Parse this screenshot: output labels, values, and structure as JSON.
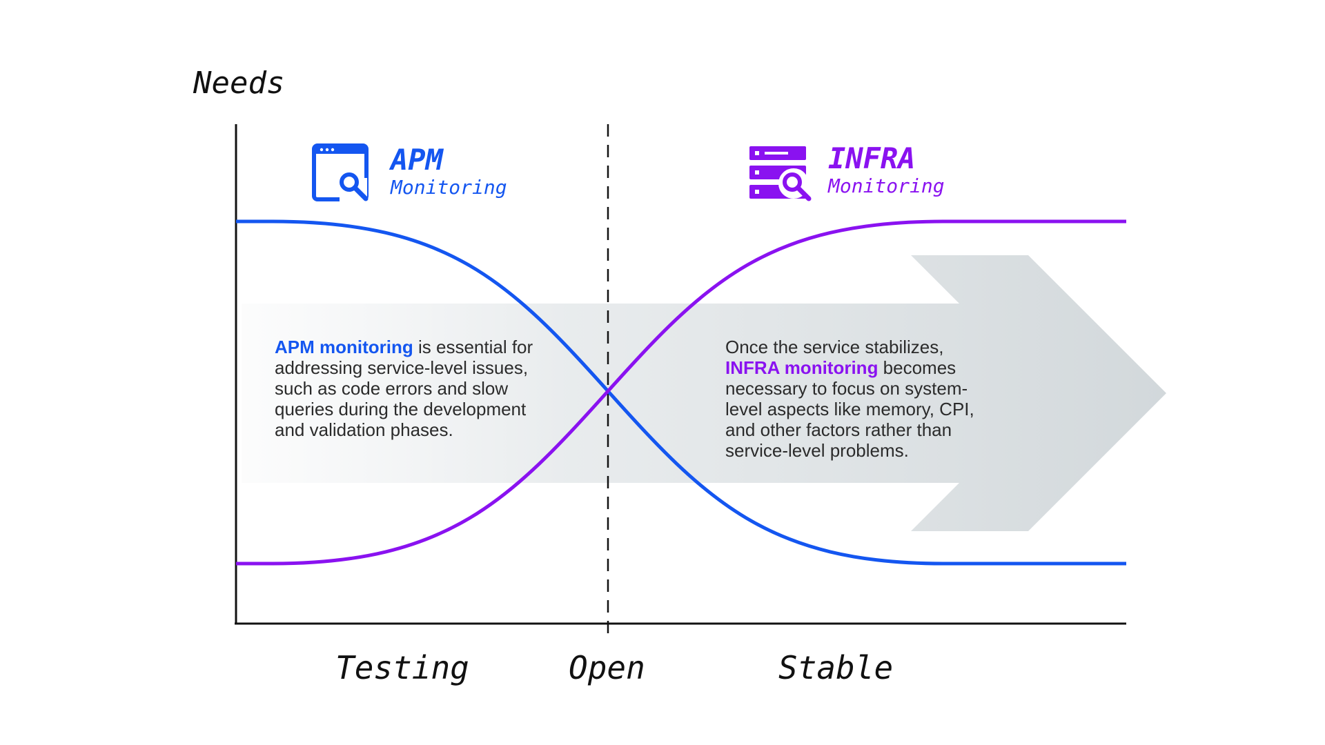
{
  "y_axis_label": "Needs",
  "x_axis_labels": [
    "Testing",
    "Open",
    "Stable"
  ],
  "apm": {
    "title": "APM",
    "subtitle": "Monitoring",
    "icon": "browser-search-icon",
    "color": "#1456f0",
    "description_highlight": "APM monitoring",
    "description_rest": " is essential for addressing service-level issues, such as code errors and slow queries during the development and validation phases."
  },
  "infra": {
    "title": "INFRA",
    "subtitle": "Monitoring",
    "icon": "server-search-icon",
    "color": "#8a12f0",
    "description_prefix": "Once the service stabilizes, ",
    "description_highlight": "INFRA monitoring",
    "description_rest": " becomes necessary to focus on system-level aspects like memory, CPI, and other factors rather than service-level problems."
  },
  "colors": {
    "axis": "#111111",
    "arrow": "#d4d9dc",
    "text": "#2b2b2b"
  }
}
